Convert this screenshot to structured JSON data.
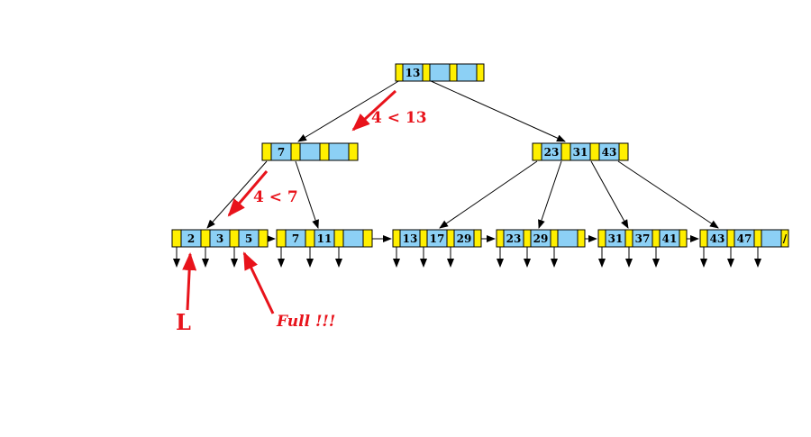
{
  "colors": {
    "pointer_slot": "#ffef00",
    "key_slot": "#8cd0f5",
    "stroke": "#000000",
    "annotation": "#e8131b"
  },
  "nodes": [
    {
      "id": "root",
      "keys": [
        "13",
        "",
        ""
      ]
    },
    {
      "id": "internal-left",
      "keys": [
        "7",
        "",
        ""
      ]
    },
    {
      "id": "internal-right",
      "keys": [
        "23",
        "31",
        "43"
      ]
    },
    {
      "id": "leaf-1",
      "keys": [
        "2",
        "3",
        "5"
      ]
    },
    {
      "id": "leaf-2",
      "keys": [
        "7",
        "11",
        ""
      ]
    },
    {
      "id": "leaf-3",
      "keys": [
        "13",
        "17",
        "29"
      ]
    },
    {
      "id": "leaf-4",
      "keys": [
        "23",
        "29",
        ""
      ]
    },
    {
      "id": "leaf-5",
      "keys": [
        "31",
        "37",
        "41"
      ]
    },
    {
      "id": "leaf-6",
      "keys": [
        "43",
        "47",
        ""
      ],
      "last_pointer": "/"
    }
  ],
  "annotations": {
    "cmp_root": "4 < 13",
    "cmp_internal": "4 < 7",
    "leaf_label": "L",
    "full_label": "Full !!!"
  }
}
